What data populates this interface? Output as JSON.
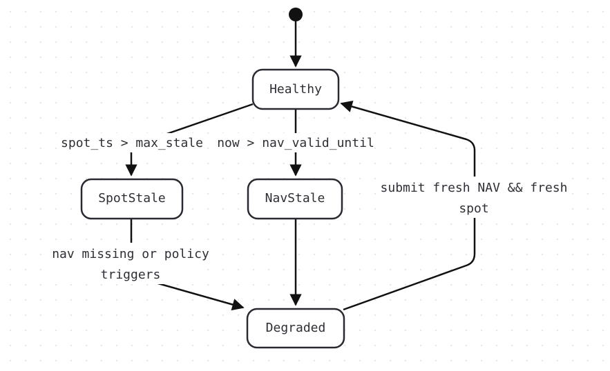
{
  "diagram": {
    "colors": {
      "line": "#111111",
      "node_border": "#2a2830",
      "node_fill": "#ffffff",
      "text": "#2f2e36",
      "grid": "#e4ece8"
    },
    "start": {
      "kind": "initial-state"
    },
    "nodes": {
      "healthy": {
        "label": "Healthy"
      },
      "spot_stale": {
        "label": "SpotStale"
      },
      "nav_stale": {
        "label": "NavStale"
      },
      "degraded": {
        "label": "Degraded"
      }
    },
    "edges": {
      "start_to_healthy": {
        "from": "start",
        "to": "Healthy"
      },
      "healthy_to_spot": {
        "from": "Healthy",
        "to": "SpotStale",
        "label": "spot_ts > max_stale"
      },
      "healthy_to_nav": {
        "from": "Healthy",
        "to": "NavStale",
        "label": "now > nav_valid_until"
      },
      "spot_to_degraded": {
        "from": "SpotStale",
        "to": "Degraded",
        "label_line1": "nav missing or policy",
        "label_line2": "triggers"
      },
      "nav_to_degraded": {
        "from": "NavStale",
        "to": "Degraded"
      },
      "degraded_to_healthy": {
        "from": "Degraded",
        "to": "Healthy",
        "label_line1": "submit fresh NAV && fresh",
        "label_line2": "spot"
      }
    }
  }
}
